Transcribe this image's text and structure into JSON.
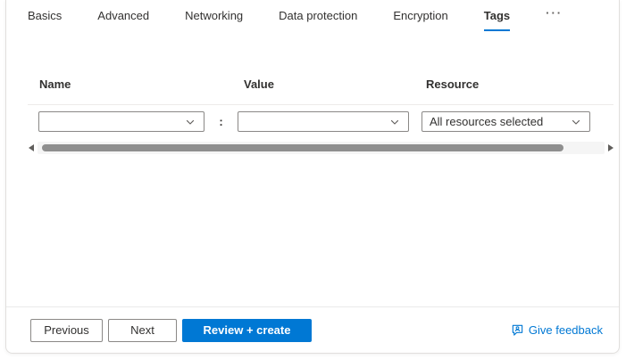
{
  "colors": {
    "accent": "#0078d4",
    "text": "#323130",
    "control_border": "#8a8886",
    "divider": "#edebe9",
    "scroll_thumb": "#8f8f8f"
  },
  "tabs": {
    "items": [
      {
        "label": "Basics",
        "active": false
      },
      {
        "label": "Advanced",
        "active": false
      },
      {
        "label": "Networking",
        "active": false
      },
      {
        "label": "Data protection",
        "active": false
      },
      {
        "label": "Encryption",
        "active": false
      },
      {
        "label": "Tags",
        "active": true
      }
    ],
    "overflow_label": "···"
  },
  "tags_grid": {
    "columns": [
      "Name",
      "Value",
      "Resource"
    ],
    "row": {
      "name": "",
      "separator": ":",
      "value": "",
      "resource": "All resources selected"
    }
  },
  "footer": {
    "previous_label": "Previous",
    "next_label": "Next",
    "review_create_label": "Review + create",
    "feedback_label": "Give feedback"
  }
}
